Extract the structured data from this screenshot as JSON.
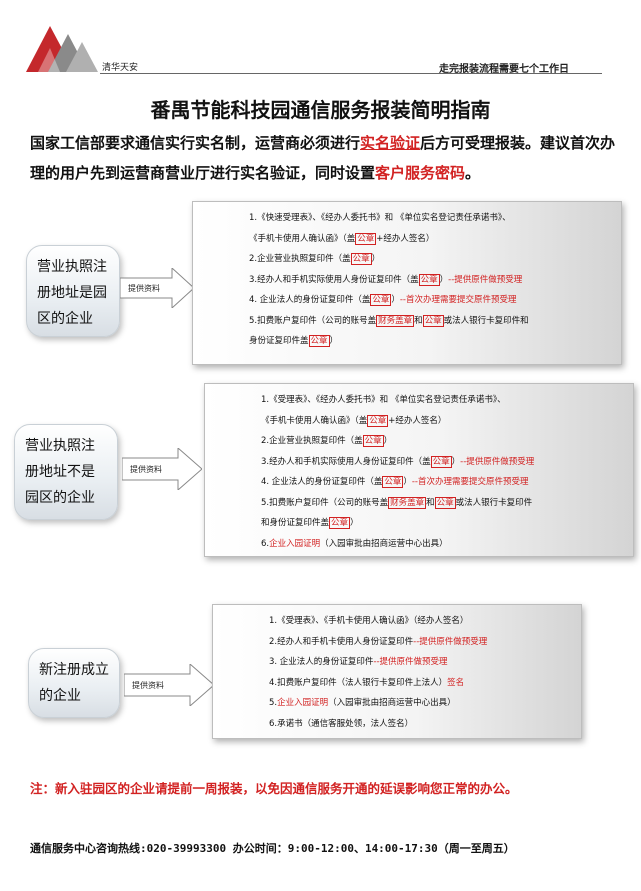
{
  "header": {
    "brand": "清华天安",
    "note": "走完报装流程需要七个工作日"
  },
  "title": "番禺节能科技园通信服务报装简明指南",
  "intro": {
    "part1": "国家工信部要求通信实行实名制，运营商必须进行",
    "highlight1": "实名验证",
    "part2": "后方可受理报装。建议首次办理的用户先到运营商营业厅进行实名验证，同时设置",
    "highlight2": "客户服务密码",
    "part3": "。"
  },
  "arrow_label": "提供资料",
  "sections": [
    {
      "bubble": "营业执照注册地址是园区的企业",
      "items": [
        {
          "t1": "1.《快速受理表》、《经办人委托书》和 《单位实名登记责任承诺书》、",
          "stamp": "",
          "t2": "",
          "req": ""
        },
        {
          "t1": "《手机卡使用人确认函》（盖",
          "stamp": "公章",
          "t2": "+经办人签名）",
          "req": ""
        },
        {
          "t1": "2.企业营业执照复印件（盖",
          "stamp": "公章",
          "t2": "）",
          "req": ""
        },
        {
          "t1": "3.经办人和手机实际使用人身份证复印件（盖",
          "stamp": "公章",
          "t2": "）",
          "req": "--提供原件做预受理"
        },
        {
          "t1": "4.  企业法人的身份证复印件（盖",
          "stamp": "公章",
          "t2": "）",
          "req": "--首次办理需要提交原件预受理"
        },
        {
          "t1": "5.扣费账户复印件（公司的账号盖",
          "stamp": "财务盖章",
          "t2": "和",
          "stamp2": "公章",
          "t3": "或法人银行卡复印件和",
          "req": ""
        },
        {
          "t1": "身份证复印件盖",
          "stamp": "公章",
          "t2": "）",
          "req": ""
        }
      ]
    },
    {
      "bubble": "营业执照注册地址不是园区的企业",
      "items": [
        {
          "t1": "1.《受理表》、《经办人委托书》和 《单位实名登记责任承诺书》、",
          "stamp": "",
          "t2": "",
          "req": ""
        },
        {
          "t1": "《手机卡使用人确认函》（盖",
          "stamp": "公章",
          "t2": "+经办人签名）",
          "req": ""
        },
        {
          "t1": "2.企业营业执照复印件（盖",
          "stamp": "公章",
          "t2": "）",
          "req": ""
        },
        {
          "t1": "3.经办人和手机实际使用人身份证复印件（盖",
          "stamp": "公章",
          "t2": "）",
          "req": "--提供原件做预受理"
        },
        {
          "t1": "4.  企业法人的身份证复印件（盖",
          "stamp": "公章",
          "t2": "）",
          "req": "--首次办理需要提交原件预受理"
        },
        {
          "t1": "5.扣费账户复印件（公司的账号盖",
          "stamp": "财务盖章",
          "t2": "和",
          "stamp2": "公章",
          "t3": "或法人银行卡复印件",
          "req": ""
        },
        {
          "t1": "和身份证复印件盖",
          "stamp": "公章",
          "t2": "）",
          "req": ""
        },
        {
          "t1": "6.",
          "stamp": "",
          "t2": "",
          "req": "企业入园证明",
          "t4": "（入园审批由招商运营中心出具）"
        }
      ]
    },
    {
      "bubble": "新注册成立的企业",
      "items": [
        {
          "t1": "1.《受理表》、《手机卡使用人确认函》（经办人签名）",
          "stamp": "",
          "t2": "",
          "req": ""
        },
        {
          "t1": "2.经办人和手机卡使用人身份证复印件",
          "stamp": "",
          "t2": "",
          "req": "--提供原件做预受理"
        },
        {
          "t1": "3. 企业法人的身份证复印件",
          "stamp": "",
          "t2": "",
          "req": "--提供原件做预受理"
        },
        {
          "t1": "4.扣费账户复印件（法人银行卡复印件上法人",
          "stamp": "",
          "t2": "）",
          "req": "签名"
        },
        {
          "t1": "5.",
          "stamp": "",
          "t2": "",
          "req": "企业入园证明",
          "t4": "（入园审批由招商运营中心出具）"
        },
        {
          "t1": "6.承诺书（通信客服处领，法人签名）",
          "stamp": "",
          "t2": "",
          "req": ""
        }
      ]
    }
  ],
  "footer": {
    "note": "注：新入驻园区的企业请提前一周报装，以免因通信服务开通的延误影响您正常的办公。",
    "contact": "通信服务中心咨询热线:020-39993300  办公时间：9:00-12:00、14:00-17:30（周一至周五）"
  },
  "colors": {
    "accent_red": "#d22222",
    "logo_red": "#c4282c",
    "logo_gray": "#8a8a8a"
  }
}
